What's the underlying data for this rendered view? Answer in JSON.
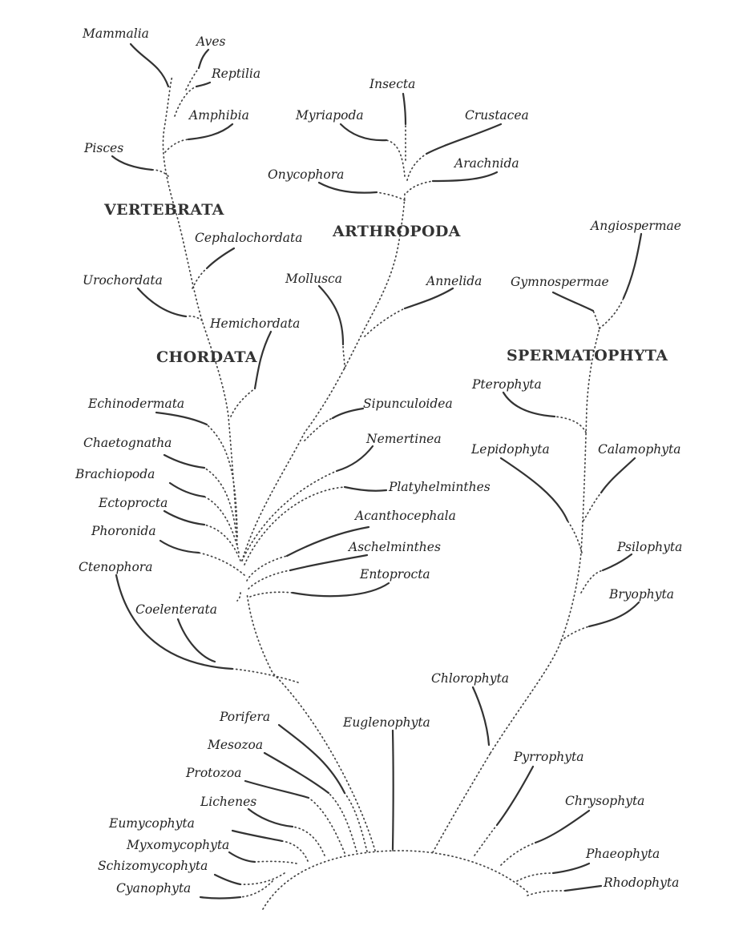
{
  "groups": {
    "vertebrata": "VERTEBRATA",
    "arthropoda": "ARTHROPODA",
    "chordata": "CHORDATA",
    "spermatophyta": "SPERMATOPHYTA"
  },
  "taxa": {
    "mammalia": "Mammalia",
    "aves": "Aves",
    "reptilia": "Reptilia",
    "amphibia": "Amphibia",
    "pisces": "Pisces",
    "insecta": "Insecta",
    "myriapoda": "Myriapoda",
    "crustacea": "Crustacea",
    "arachnida": "Arachnida",
    "onycophora": "Onycophora",
    "angiospermae": "Angiospermae",
    "cephalochordata": "Cephalochordata",
    "urochordata": "Urochordata",
    "mollusca": "Mollusca",
    "annelida": "Annelida",
    "gymnospermae": "Gymnospermae",
    "hemichordata": "Hemichordata",
    "pterophyta": "Pterophyta",
    "echinodermata": "Echinodermata",
    "sipunculoidea": "Sipunculoidea",
    "chaetognatha": "Chaetognatha",
    "nemertinea": "Nemertinea",
    "lepidophyta": "Lepidophyta",
    "calamophyta": "Calamophyta",
    "brachiopoda": "Brachiopoda",
    "platyhelminthes": "Platyhelminthes",
    "ectoprocta": "Ectoprocta",
    "acanthocephala": "Acanthocephala",
    "phoronida": "Phoronida",
    "psilophyta": "Psilophyta",
    "aschelminthes": "Aschelminthes",
    "ctenophora": "Ctenophora",
    "entoprocta": "Entoprocta",
    "bryophyta": "Bryophyta",
    "coelenterata": "Coelenterata",
    "chlorophyta": "Chlorophyta",
    "porifera": "Porifera",
    "euglenophyta": "Euglenophyta",
    "mesozoa": "Mesozoa",
    "pyrrophyta": "Pyrrophyta",
    "protozoa": "Protozoa",
    "chrysophyta": "Chrysophyta",
    "lichenes": "Lichenes",
    "eumycophyta": "Eumycophyta",
    "myxomycophyta": "Myxomycophyta",
    "phaeophyta": "Phaeophyta",
    "schizomycophyta": "Schizomycophyta",
    "rhodophyta": "Rhodophyta",
    "cyanophyta": "Cyanophyta"
  }
}
